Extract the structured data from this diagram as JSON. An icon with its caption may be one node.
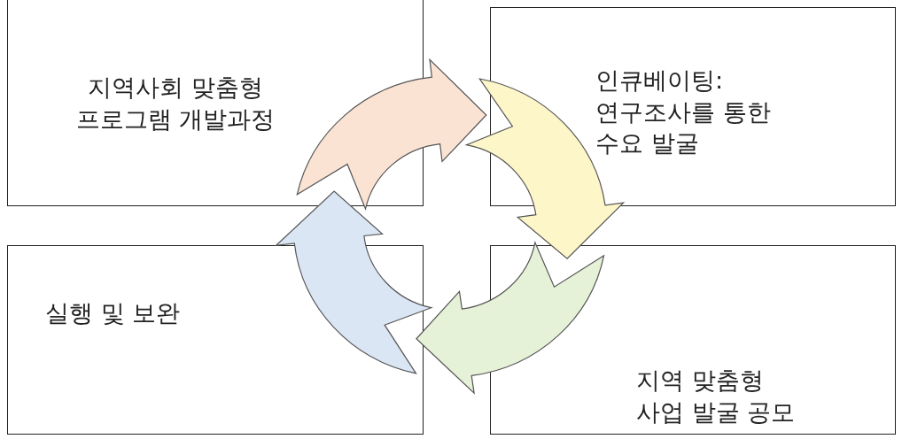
{
  "diagram": {
    "nodes": [
      {
        "text": [
          "지역사회 맞춤형 프로그램 개발과정"
        ]
      },
      {
        "text": [
          "인큐베이팅: 연구조사를 통한 수요 발굴"
        ]
      },
      {
        "text": [
          "실행 및 보완"
        ]
      },
      {
        "text": [
          "지역 맞춤형 사업 발굴 공모"
        ]
      }
    ],
    "edges": [
      {
        "from": 0,
        "to": 1,
        "arrow": "to",
        "color": "#fbe3d4"
      },
      {
        "from": 1,
        "to": 3,
        "arrow": "to",
        "color": "#fdf6c8"
      },
      {
        "from": 3,
        "to": 2,
        "arrow": "to",
        "color": "#e6f2d8"
      },
      {
        "from": 2,
        "to": 0,
        "arrow": "to",
        "color": "#dbe6f5"
      }
    ]
  }
}
